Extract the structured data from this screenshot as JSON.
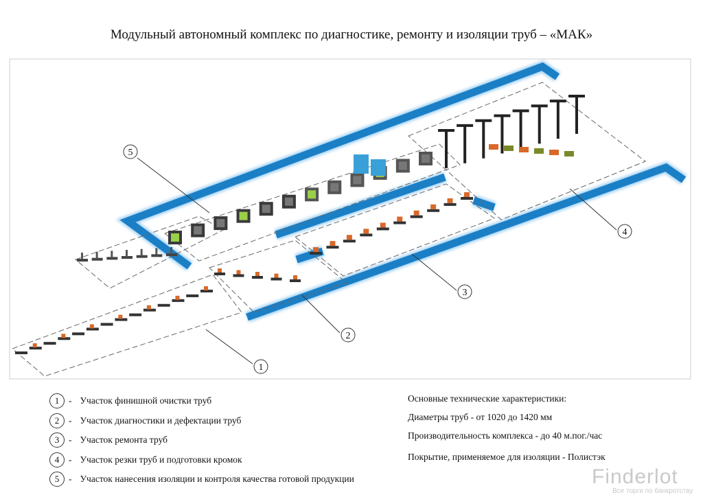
{
  "title": "Модульный автономный комплекс по диагностике, ремонту и изоляции труб – «МАК»",
  "zones": [
    {
      "num": "1",
      "label": "Участок финишной очистки труб"
    },
    {
      "num": "2",
      "label": "Участок диагностики и дефектации труб"
    },
    {
      "num": "3",
      "label": "Участок ремонта труб"
    },
    {
      "num": "4",
      "label": "Участок резки труб и подготовки кромок"
    },
    {
      "num": "5",
      "label": "Участок нанесения изоляции и контроля качества готовой продукции"
    }
  ],
  "specs": {
    "heading": "Основные технические характеристики:",
    "diameter": "Диаметры труб  -  от 1020 до 1420 мм",
    "capacity": "Производительность комплекса    -   до 40 м.пог./час",
    "coating": "Покрытие, применяемое для изоляции   -   Полистэк"
  },
  "watermark": {
    "name": "Finderlot",
    "tagline": "Все торги по банкротству"
  },
  "colors": {
    "wall": "#1b7fc6",
    "equipment": "#d9692a",
    "frame": "#555555"
  }
}
